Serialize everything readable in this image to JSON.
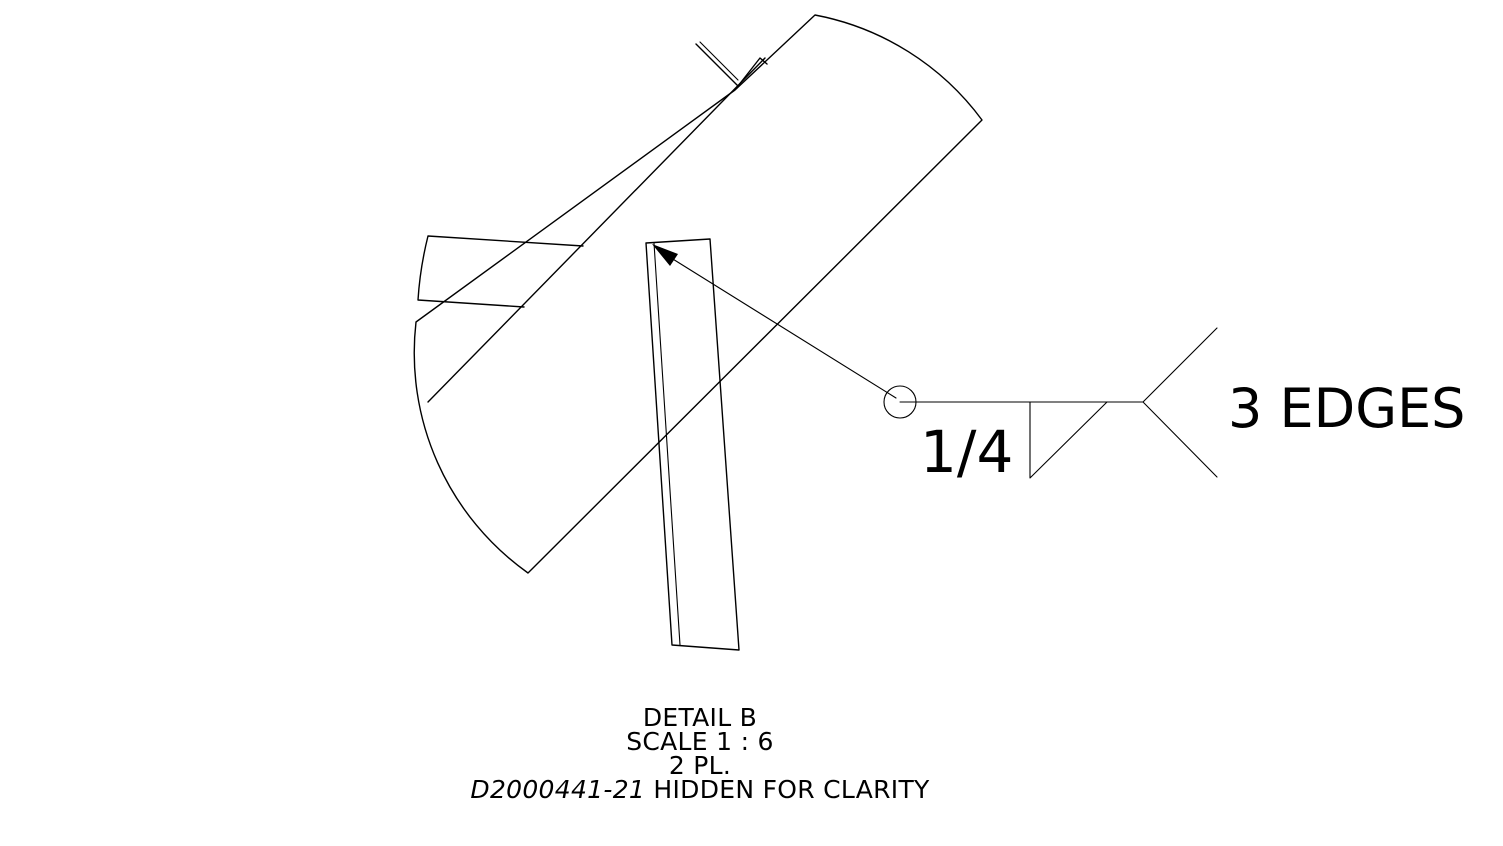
{
  "weld_callout": {
    "size": "1/4",
    "note": "3 EDGES"
  },
  "detail_label": {
    "title": "DETAIL B",
    "scale": "SCALE 1 : 6",
    "places": "2 PL.",
    "hidden_part": "D2000441-21",
    "hidden_note": " HIDDEN FOR CLARITY"
  },
  "colors": {
    "line": "#000000",
    "background": "#ffffff"
  }
}
